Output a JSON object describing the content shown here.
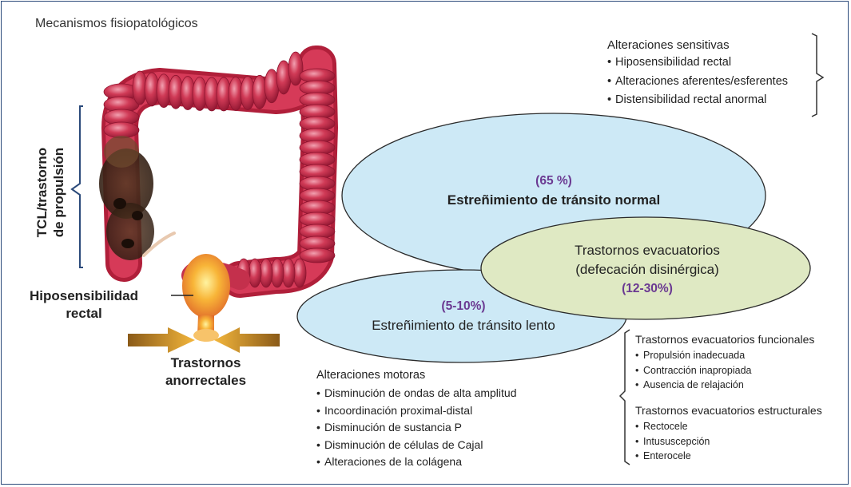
{
  "title": "Mecanismos fisiopatológicos",
  "labels": {
    "tcl": [
      "TCL/trastorno",
      "de propulsión"
    ],
    "hiposensibilidad": [
      "Hiposensibilidad",
      "rectal"
    ],
    "anorrectales": [
      "Trastornos",
      "anorrectales"
    ]
  },
  "sensitivas": {
    "title": "Alteraciones sensitivas",
    "items": [
      "Hiposensibilidad rectal",
      "Alteraciones aferentes/esferentes",
      "Distensibilidad rectal anormal"
    ]
  },
  "ellipses": {
    "normal": {
      "percent": "(65 %)",
      "label": "Estreñimiento de tránsito normal"
    },
    "evacuatorios": {
      "line1": "Trastornos evacuatorios",
      "line2": "(defecación disinérgica)",
      "percent": "(12-30%)"
    },
    "lento": {
      "percent": "(5-10%)",
      "label": "Estreñimiento de tránsito lento"
    }
  },
  "motoras": {
    "title": "Alteraciones motoras",
    "items": [
      "Disminución de ondas de alta amplitud",
      "Incoordinación proximal-distal",
      "Disminución de sustancia P",
      "Disminución de células de Cajal",
      "Alteraciones de la colágena"
    ]
  },
  "funcionales": {
    "title": "Trastornos evacuatorios funcionales",
    "items": [
      "Propulsión inadecuada",
      "Contracción inapropiada",
      "Ausencia de relajación"
    ]
  },
  "estructurales": {
    "title": "Trastornos evacuatorios estructurales",
    "items": [
      "Rectocele",
      "Intususcepción",
      "Enterocele"
    ]
  },
  "colors": {
    "ellipse_blue": "#cde9f6",
    "ellipse_green": "#dfe9c3",
    "percent_purple": "#6b3a92",
    "colon_red": "#c42542",
    "bracket_blue": "#2b4a7a",
    "frame_border": "#2b4a7a"
  }
}
